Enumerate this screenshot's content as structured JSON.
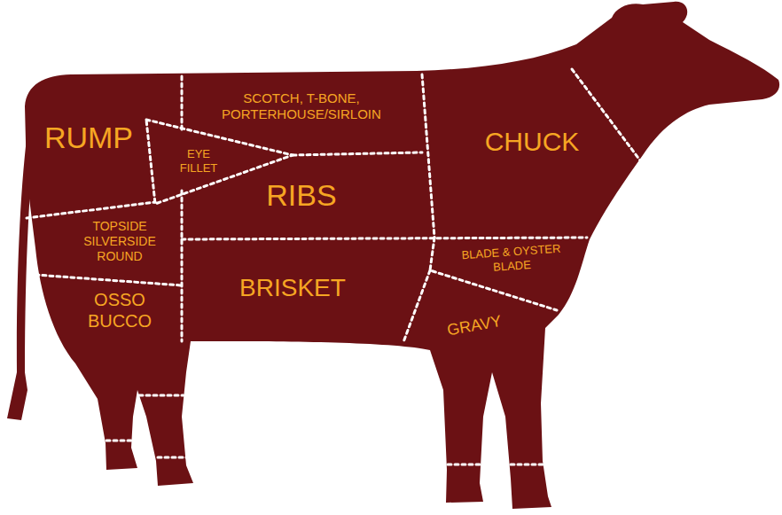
{
  "diagram": {
    "labels": [
      "RUMP",
      "SCOTCH, T-BONE, PORTERHOUSE/SIRLOIN",
      "EYE FILLET",
      "RIBS",
      "CHUCK",
      "TOPSIDE SILVERSIDE ROUND",
      "BLADE & OYSTER BLADE",
      "BRISKET",
      "OSSO BUCCO",
      "GRAVY"
    ]
  }
}
